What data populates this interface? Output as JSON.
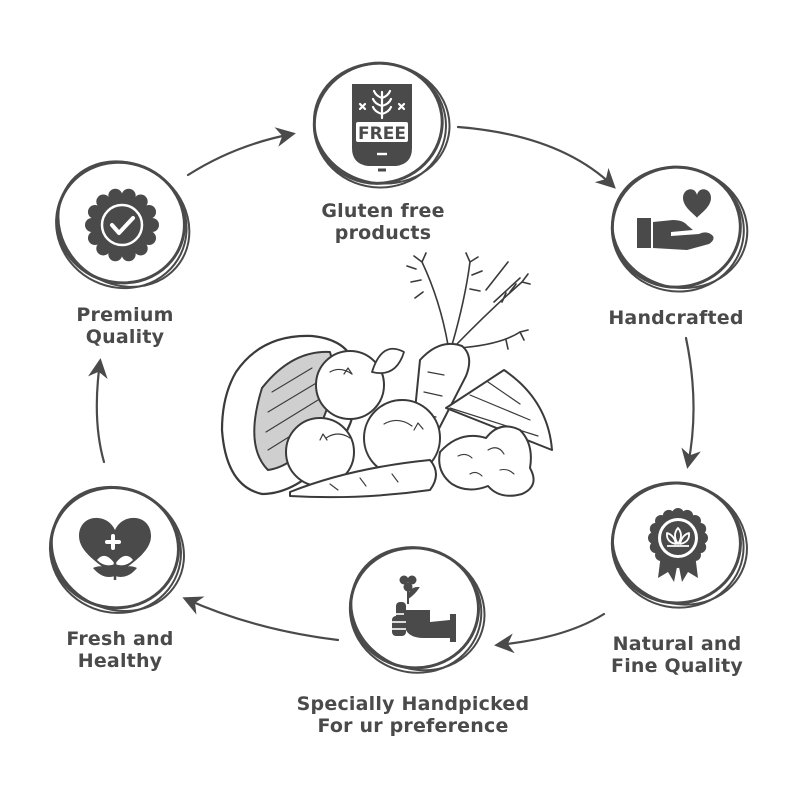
{
  "colors": {
    "ink": "#4a4a4a",
    "sketch": "#3a3a3a",
    "background": "#ffffff"
  },
  "nodes": [
    {
      "id": "gluten-free",
      "icon": "gluten-free-badge-icon",
      "badge_text": "FREE",
      "lines": [
        "Gluten free",
        "products"
      ]
    },
    {
      "id": "handcrafted",
      "icon": "heart-in-hand-icon",
      "lines": [
        "Handcrafted"
      ]
    },
    {
      "id": "natural-fine-quality",
      "icon": "award-rosette-icon",
      "lines": [
        "Natural and",
        "Fine Quality"
      ]
    },
    {
      "id": "handpicked",
      "icon": "hand-picking-flower-icon",
      "lines": [
        "Specially Handpicked",
        "For ur preference"
      ]
    },
    {
      "id": "fresh-healthy",
      "icon": "heart-leaf-plus-icon",
      "lines": [
        "Fresh and",
        "Healthy"
      ]
    },
    {
      "id": "premium-quality",
      "icon": "quality-check-badge-icon",
      "lines": [
        "Premium",
        "Quality"
      ]
    }
  ],
  "center_illustration": "fruit-vegetable-sketch"
}
